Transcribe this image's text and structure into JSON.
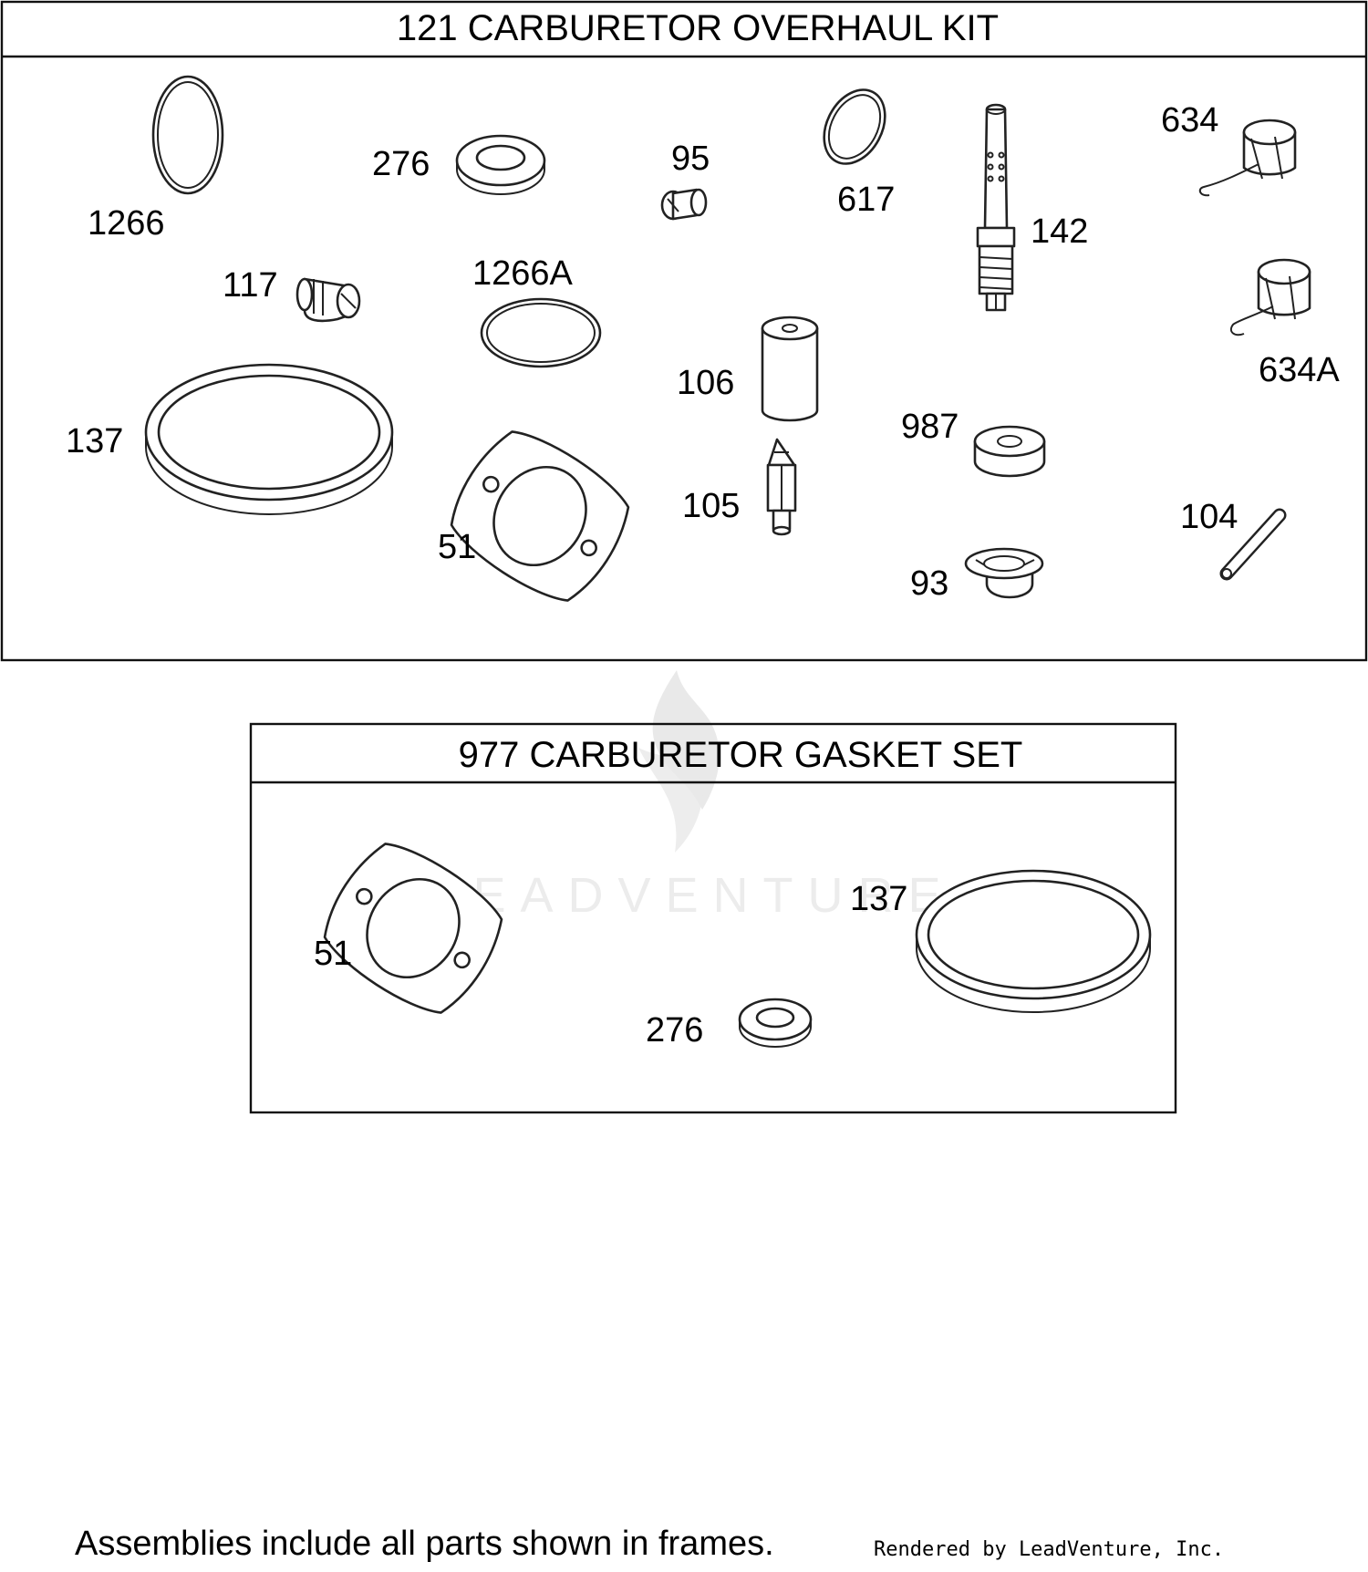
{
  "frames": {
    "overhaul_kit": {
      "title": "121 CARBURETOR OVERHAUL KIT"
    },
    "gasket_set": {
      "title": "977 CARBURETOR GASKET SET"
    }
  },
  "callouts": {
    "kit": {
      "p1266": "1266",
      "p276": "276",
      "p95": "95",
      "p617": "617",
      "p142": "142",
      "p634": "634",
      "p117": "117",
      "p1266a": "1266A",
      "p634a": "634A",
      "p106": "106",
      "p137": "137",
      "p987": "987",
      "p105": "105",
      "p104": "104",
      "p51": "51",
      "p93": "93"
    },
    "gasket": {
      "p51": "51",
      "p137": "137",
      "p276": "276"
    }
  },
  "watermark": {
    "text": "LEADVENTURE"
  },
  "footer": {
    "note": "Assemblies include all parts shown in frames.",
    "credit": "Rendered by LeadVenture, Inc."
  }
}
